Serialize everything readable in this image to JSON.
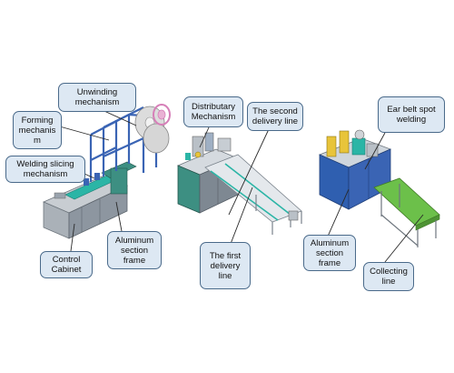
{
  "labels": {
    "unwinding": "Unwinding\nmechanism",
    "forming": "Forming\nmechanis\nm",
    "welding_slicing": "Welding slicing\nmechanism",
    "control_cabinet": "Control\nCabinet",
    "aluminum_frame_1": "Aluminum\nsection\nframe",
    "distributary": "Distributary\nMechanism",
    "second_delivery": "The second\ndelivery line",
    "first_delivery": "The first\ndelivery\nline",
    "ear_belt": "Ear belt spot\nwelding",
    "aluminum_frame_2": "Aluminum\nsection\nframe",
    "collecting": "Collecting\nline"
  },
  "colors": {
    "frame_blue": "#3a64b4",
    "machine_green": "#3d8f82",
    "conveyor_teal": "#2bb5a6",
    "belt_green": "#6cc04a",
    "roll_pink": "#d67fb8",
    "callout_fill": "#dde8f3",
    "callout_border": "#4a6a8a"
  }
}
